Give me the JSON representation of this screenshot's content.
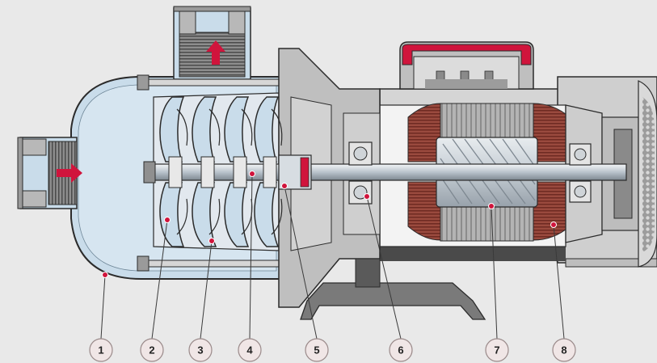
{
  "colors": {
    "background": "#e9e9e9",
    "housing": "#c9dcea",
    "metal": "#9a9a9a",
    "outline": "#2b2b2b",
    "accent": "#d0143c",
    "winding": "#8f3b32",
    "stator": "#a9a9a9",
    "badge_fill": "#f0e6e6"
  },
  "flow_arrows": [
    {
      "name": "inlet-arrow",
      "direction": "right"
    },
    {
      "name": "outlet-arrow",
      "direction": "up"
    }
  ],
  "callouts": [
    {
      "id": "callout-1",
      "label": "1"
    },
    {
      "id": "callout-2",
      "label": "2"
    },
    {
      "id": "callout-3",
      "label": "3"
    },
    {
      "id": "callout-4",
      "label": "4"
    },
    {
      "id": "callout-5",
      "label": "5"
    },
    {
      "id": "callout-6",
      "label": "6"
    },
    {
      "id": "callout-7",
      "label": "7"
    },
    {
      "id": "callout-8",
      "label": "8"
    }
  ]
}
